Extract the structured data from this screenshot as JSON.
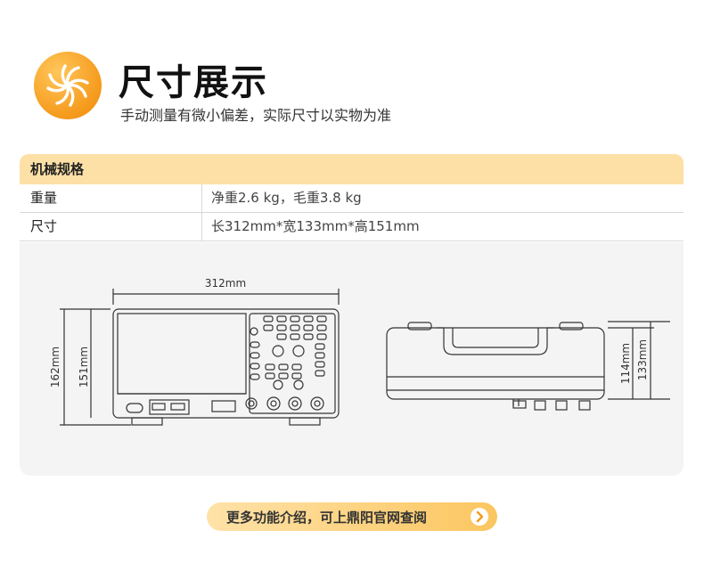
{
  "header": {
    "title": "尺寸展示",
    "subtitle": "手动测量有微小偏差，实际尺寸以实物为准",
    "logo_icon": "swirl-fan-icon"
  },
  "spec": {
    "section_title": "机械规格",
    "rows": [
      {
        "key": "重量",
        "value": "净重2.6 kg，毛重3.8 kg"
      },
      {
        "key": "尺寸",
        "value": "长312mm*宽133mm*高151mm"
      }
    ]
  },
  "diagram": {
    "front_width": "312mm",
    "front_total_height": "162mm",
    "front_body_height": "151mm",
    "side_body_height": "114mm",
    "side_total_height": "133mm"
  },
  "cta": {
    "label": "更多功能介绍，可上鼎阳官网查阅",
    "icon": "chevron-right-icon"
  },
  "colors": {
    "accent": "#f59a1c",
    "table_header": "#fde0a6",
    "diagram_bg": "#f4f4f4"
  }
}
